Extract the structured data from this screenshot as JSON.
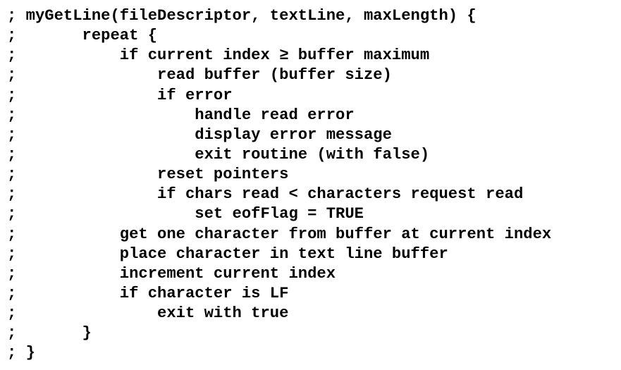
{
  "code": {
    "lines": [
      "; myGetLine(fileDescriptor, textLine, maxLength) {",
      ";       repeat {",
      ";           if current index ≥ buffer maximum",
      ";               read buffer (buffer size)",
      ";               if error",
      ";                   handle read error",
      ";                   display error message",
      ";                   exit routine (with false)",
      ";               reset pointers",
      ";               if chars read < characters request read",
      ";                   set eofFlag = TRUE",
      ";           get one character from buffer at current index",
      ";           place character in text line buffer",
      ";           increment current index",
      ";           if character is LF",
      ";               exit with true",
      ";       }",
      "; }"
    ]
  }
}
